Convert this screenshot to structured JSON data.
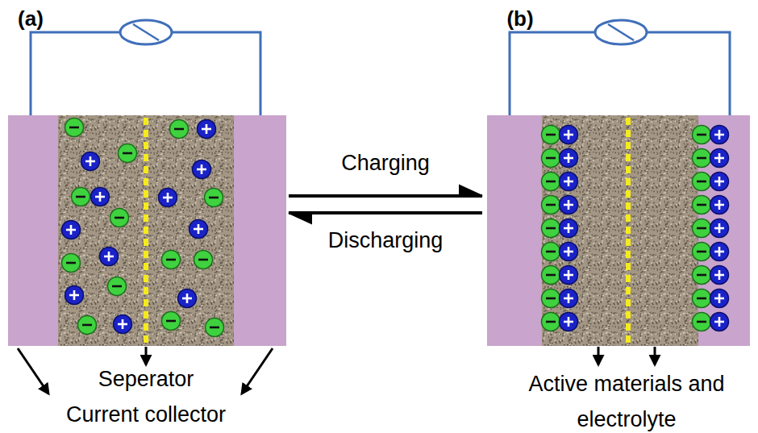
{
  "diagram": {
    "labels": [
      "(a)",
      "(b)",
      "Charging",
      "Discharging",
      "Seperator",
      "Current collector",
      "Active materials and electrolyte"
    ]
  }
}
